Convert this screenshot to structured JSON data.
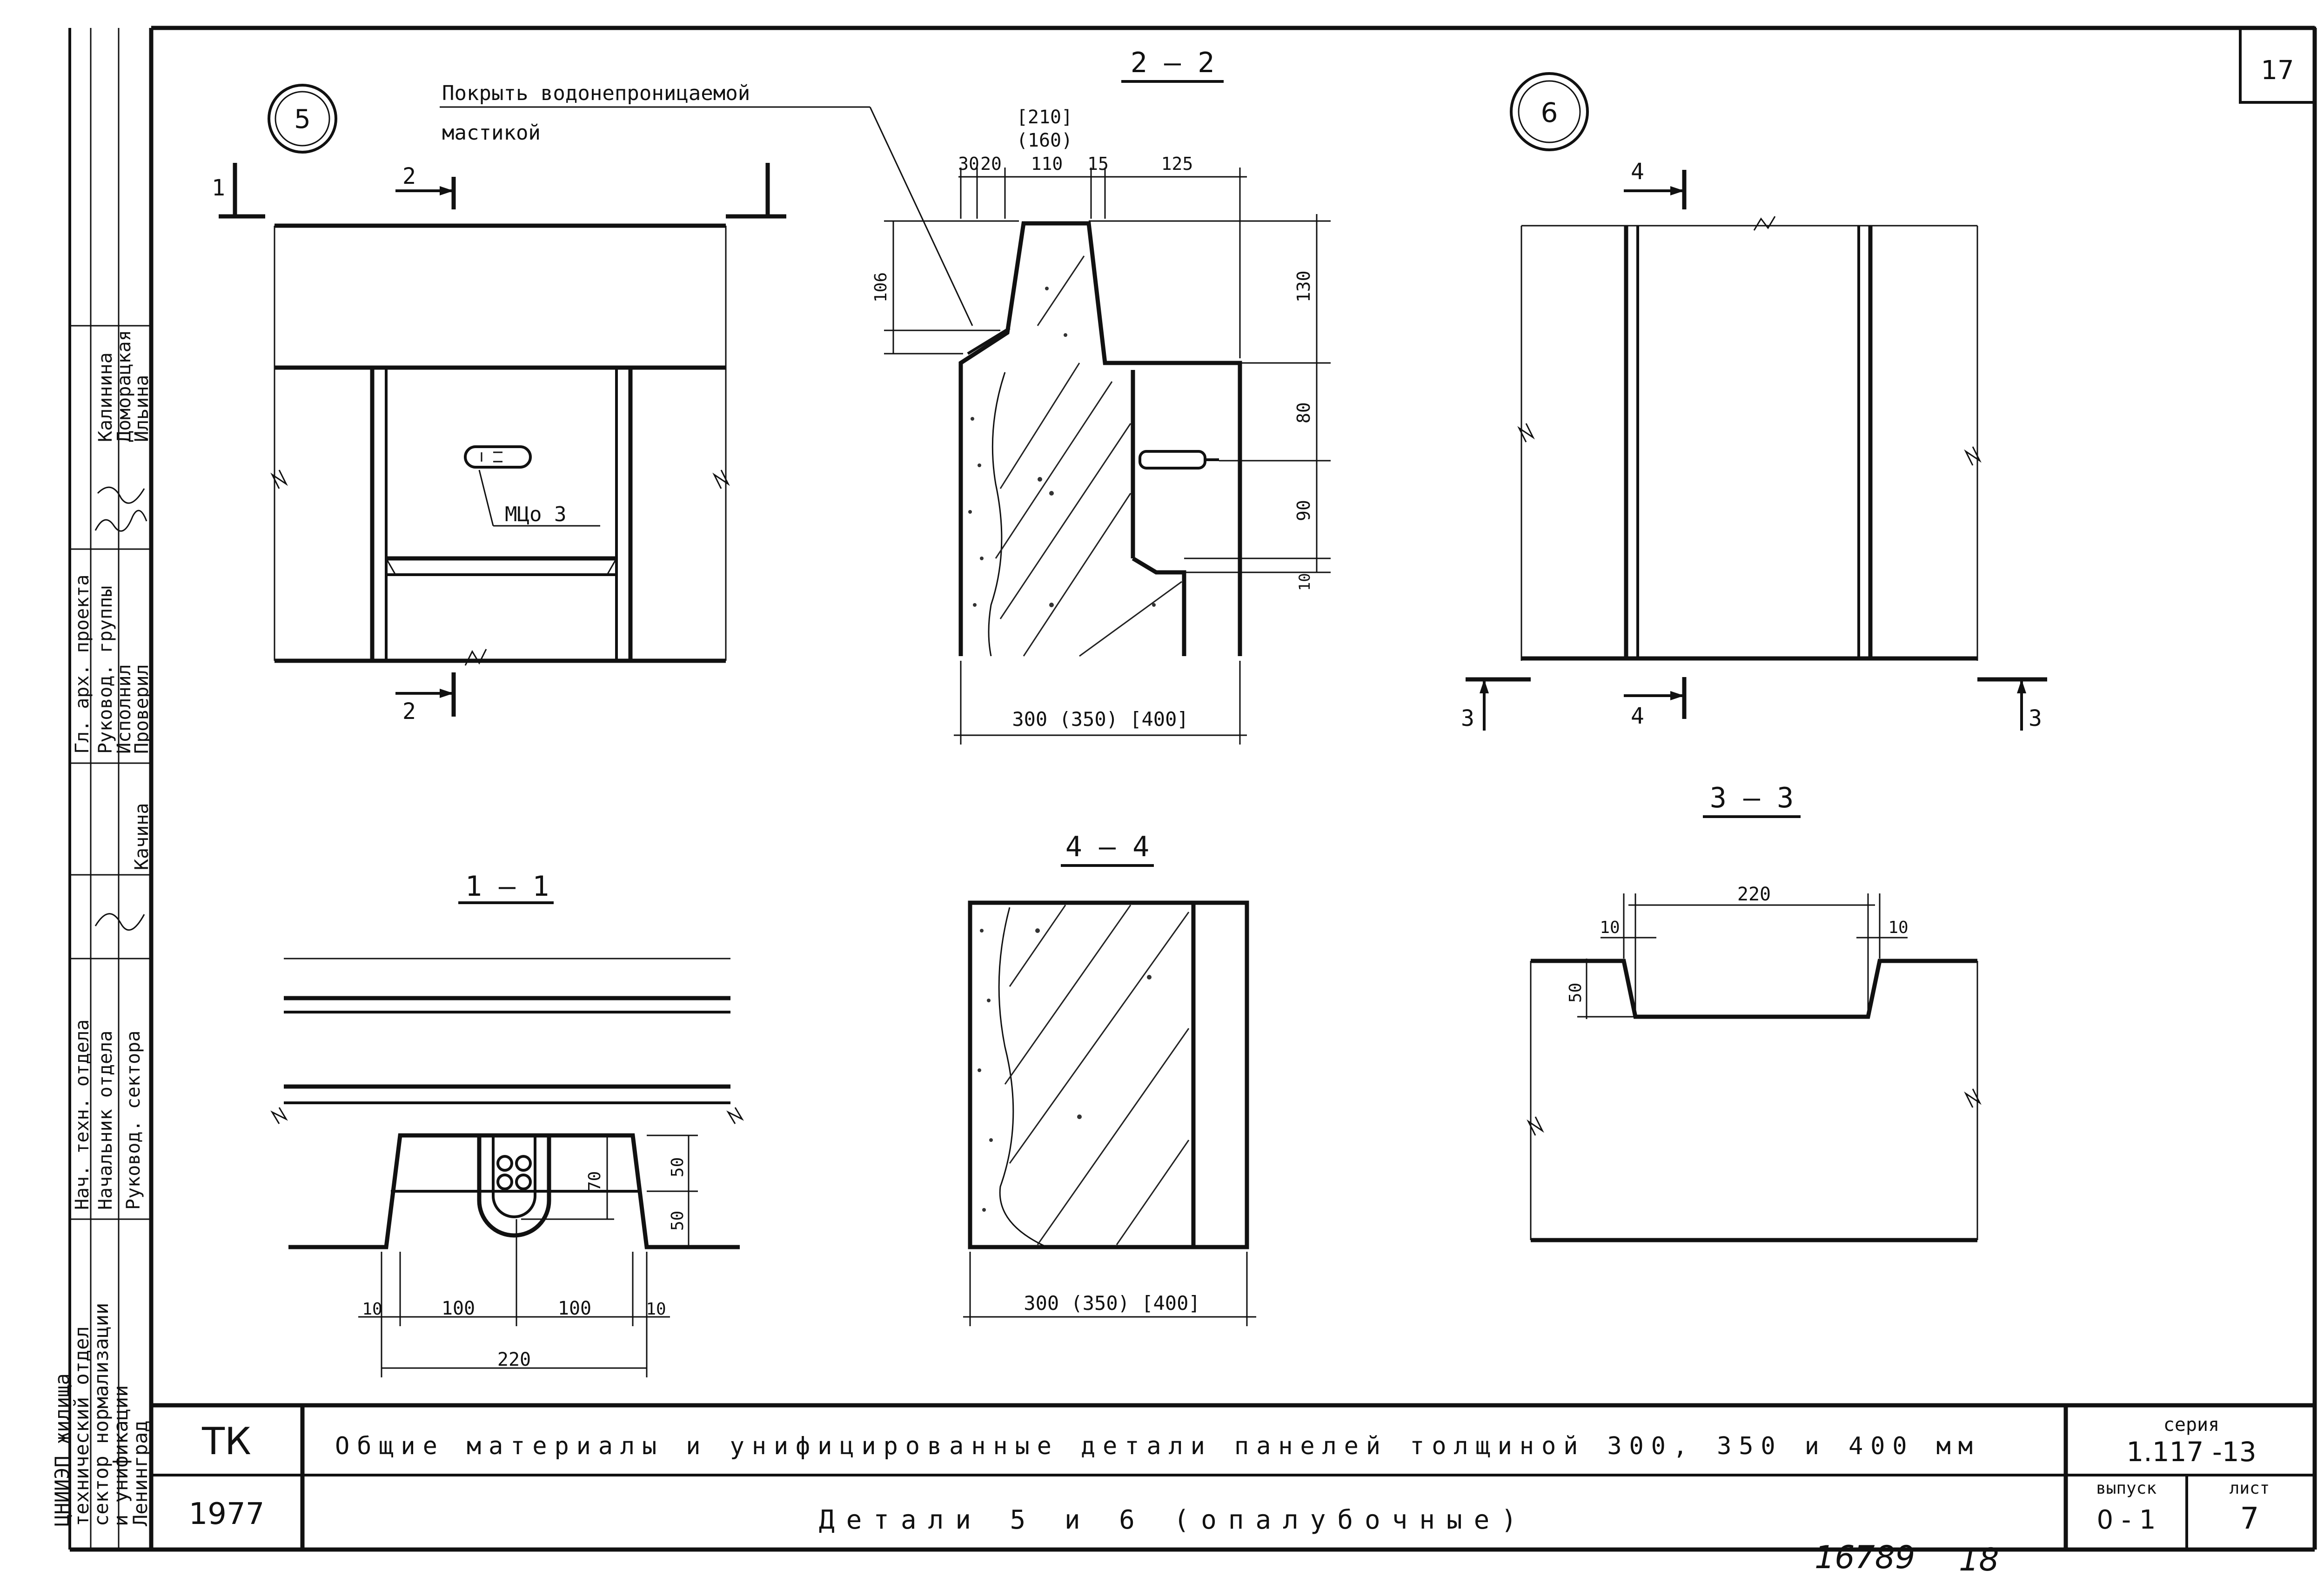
{
  "sheet": {
    "sheet_number": "17",
    "handwritten_number": "16789",
    "handwritten_suffix": "18"
  },
  "stamp": {
    "org": [
      "ЦНИИЭП жилища",
      "технический отдел",
      "сектор нормализации",
      "и унификации",
      "Ленинград"
    ],
    "roles": [
      "Нач. техн. отдела",
      "Начальник отдела",
      "Руковод. сектора",
      "Гл. арх. проекта",
      "Руковод. группы",
      "Исполнил",
      "Проверил"
    ],
    "names": [
      "Калинина",
      "Доморацкая",
      "Ильина",
      "Качина"
    ]
  },
  "detail5": {
    "number": "5",
    "section_1": "1",
    "section_2": "2",
    "note_line1": "Покрыть водонепроницаемой",
    "note_line2": "мастикой",
    "insert_label": "МЦо 3"
  },
  "detail6": {
    "number": "6",
    "section_3": "3",
    "section_4": "4"
  },
  "sec22": {
    "title": "2 — 2",
    "dim_top1": "[210]",
    "dim_top2": "(160)",
    "dims_h": [
      "30",
      "20",
      "110",
      "15",
      "125"
    ],
    "dims_v": [
      "130",
      "80",
      "90",
      "10"
    ],
    "dim_106": "106",
    "dim_bottom": "300 (350) [400]"
  },
  "sec11": {
    "title": "1 — 1",
    "dims_bottom": [
      "10",
      "100",
      "100",
      "10"
    ],
    "dim_total": "220",
    "dim_70": "70",
    "dim_50a": "50",
    "dim_50b": "50"
  },
  "sec44": {
    "title": "4 — 4",
    "dim_bottom": "300 (350) [400]"
  },
  "sec33": {
    "title": "3 — 3",
    "dim_top": "220",
    "dim_10a": "10",
    "dim_10b": "10",
    "dim_50": "50"
  },
  "title_block": {
    "org_code": "ТК",
    "year": "1977",
    "title": "Общие материалы и унифицированные детали панелей толщиной 300, 350 и 400 мм",
    "subtitle": "Детали 5 и 6 (опалубочные)",
    "series_label": "серия",
    "series_value": "1.117 -13",
    "issue_label": "выпуск",
    "issue_value": "0 - 1",
    "sheet_label": "лист",
    "sheet_value": "7"
  }
}
